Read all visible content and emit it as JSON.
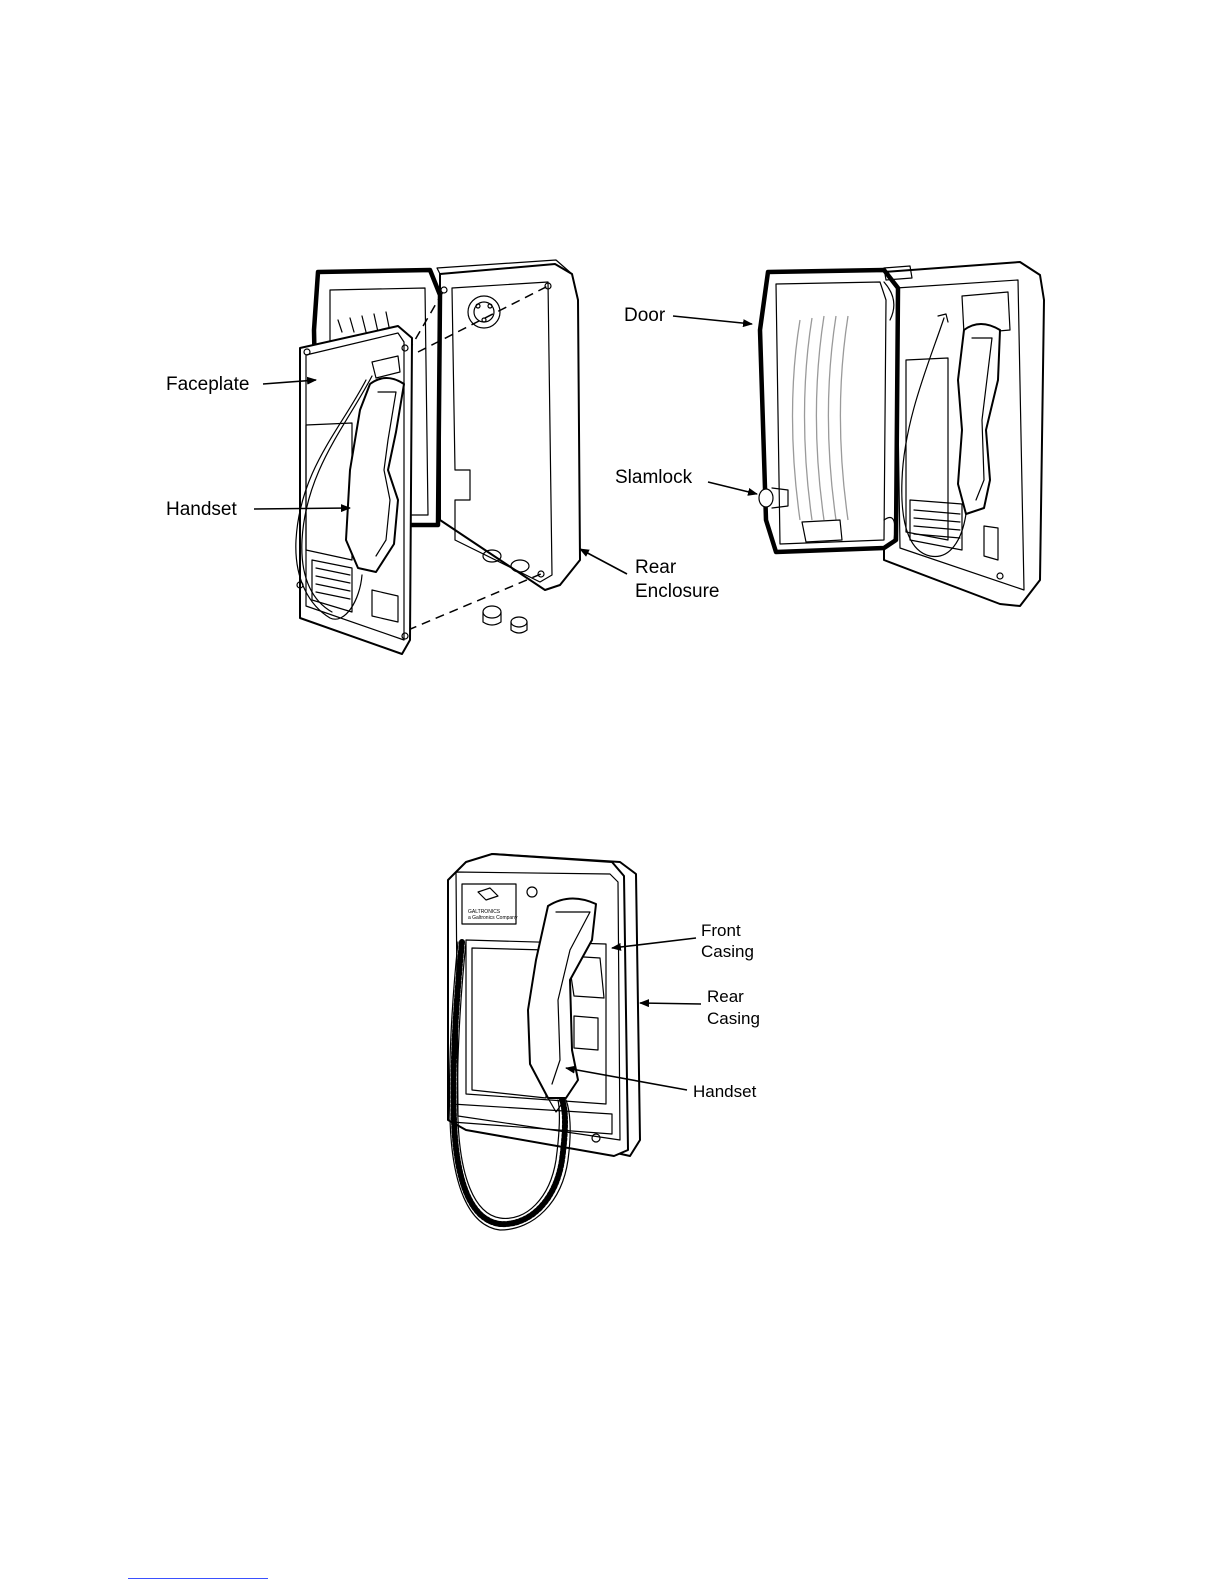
{
  "figure_top": {
    "labels": {
      "faceplate": "Faceplate",
      "handset": "Handset",
      "rear_enclosure_line1": "Rear",
      "rear_enclosure_line2": "Enclosure",
      "door": "Door",
      "slamlock": "Slamlock"
    }
  },
  "figure_bottom": {
    "labels": {
      "front_casing_line1": "Front",
      "front_casing_line2": "Casing",
      "rear_casing_line1": "Rear",
      "rear_casing_line2": "Casing",
      "handset": "Handset"
    },
    "logo_text": "GALTRONICS",
    "logo_subtext": "a Galtronics Company"
  },
  "colors": {
    "line": "#000000",
    "background": "#ffffff",
    "footer_rule": "#3a50ff"
  }
}
